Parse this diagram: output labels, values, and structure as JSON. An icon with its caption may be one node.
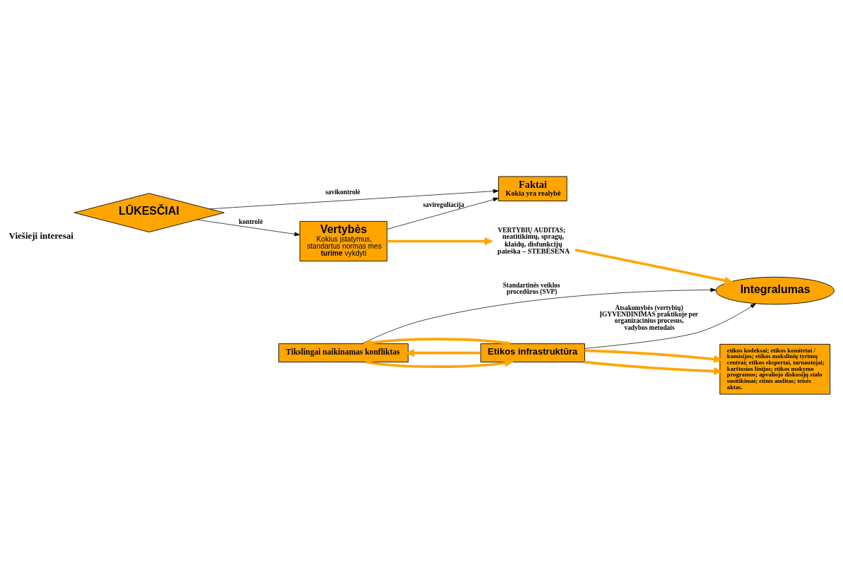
{
  "diagram": {
    "nodes": [
      {
        "text": [
          "LŪKESČIAI"
        ],
        "beside": [
          "Viešieji interesai"
        ]
      },
      {
        "text": [
          "Vertybės",
          "Kokius įstatymus, standartus normas mes **turime** vykdyti"
        ]
      },
      {
        "text": [
          "Faktai",
          "Kokia yra realybė"
        ]
      },
      {
        "text": [
          "VERTYBIŲ AUDITAS;",
          "neatitikimų, spragų, klaidų, disfunkcijų paieška – STEBĖSENA"
        ]
      },
      {
        "text": [
          "Integralumas"
        ]
      },
      {
        "text": [
          "Tikslingai naikinamas konfliktas"
        ]
      },
      {
        "text": [
          "Etikos infrastruktūra"
        ]
      },
      {
        "text": [
          "etikos kodeksai; etikos komitetai / komisijos; etikos mokslinių tyrimų centrai; etikos ekspertai, tarnautojai; karštosios linijos; etikos mokymo programos; apvaliojo diskusijų stalo susitikimai; etinis auditas; teisės aktas."
        ]
      }
    ],
    "edges": [
      {
        "from": 0,
        "to": 1,
        "arrow": "to",
        "label": "kontrolė",
        "color": "#000000"
      },
      {
        "from": 0,
        "to": 2,
        "arrow": "to",
        "label": "savikontrolė",
        "color": "#000000"
      },
      {
        "from": 1,
        "to": 2,
        "arrow": "to",
        "label": "savireguliacija",
        "color": "#000000"
      },
      {
        "from": 1,
        "to": 3,
        "arrow": "to"
      },
      {
        "from": 3,
        "to": 4,
        "arrow": "to"
      },
      {
        "from": 5,
        "to": 4,
        "arrow": "to",
        "color": "#000000",
        "label": "Standartinės veiklos procedūros (SVP)"
      },
      {
        "from": 6,
        "to": 4,
        "arrow": "to",
        "color": "#000000",
        "label": "Atsakomybės (vertybių) ĮGYVENDINIMAS praktikoje per organizacinius procesus, vadybos metodais"
      },
      {
        "from": 6,
        "to": 5,
        "arrow": "to"
      },
      {
        "from": 5,
        "to": 6,
        "arrow": "to"
      },
      {
        "from": 6,
        "to": 5,
        "arrow": "to"
      },
      {
        "from": 6,
        "to": 7,
        "arrow": "to"
      },
      {
        "from": 6,
        "to": 7,
        "arrow": "to"
      }
    ]
  }
}
